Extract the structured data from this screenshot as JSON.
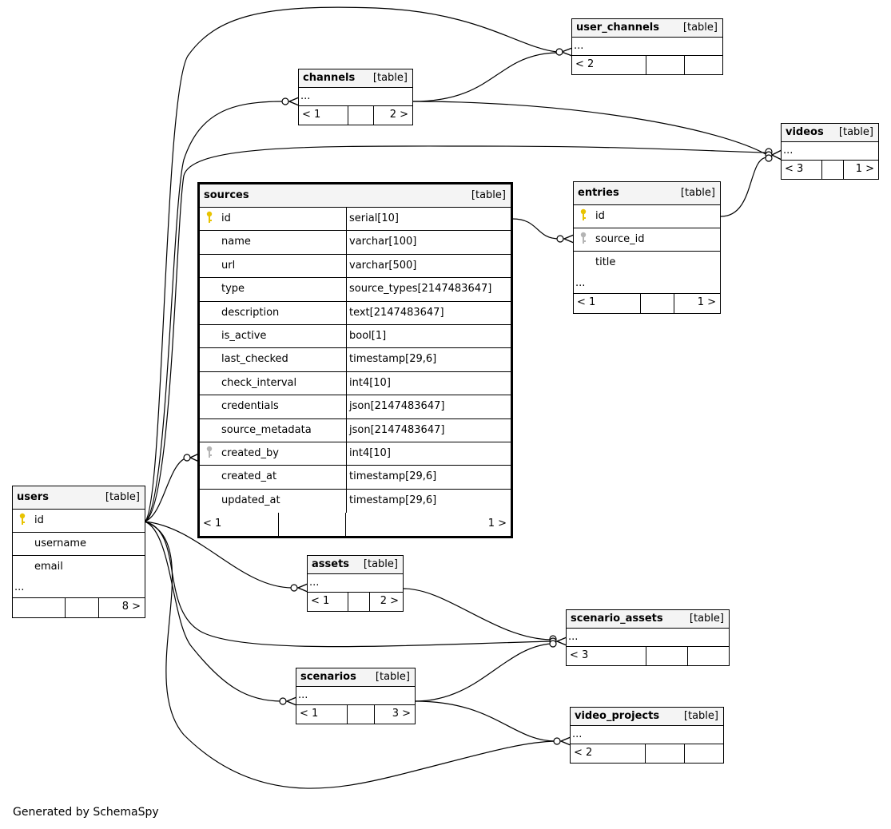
{
  "caption": "Generated by SchemaSpy",
  "tables": {
    "user_channels": {
      "name": "user_channels",
      "type": "[table]",
      "cols": "...",
      "foot": [
        "< 2",
        "",
        ""
      ]
    },
    "channels": {
      "name": "channels",
      "type": "[table]",
      "cols": "...",
      "foot": [
        "< 1",
        "",
        "2 >"
      ]
    },
    "videos": {
      "name": "videos",
      "type": "[table]",
      "cols": "...",
      "foot": [
        "< 3",
        "",
        "1 >"
      ]
    },
    "assets": {
      "name": "assets",
      "type": "[table]",
      "cols": "...",
      "foot": [
        "< 1",
        "",
        "2 >"
      ]
    },
    "scenario_assets": {
      "name": "scenario_assets",
      "type": "[table]",
      "cols": "...",
      "foot": [
        "< 3",
        "",
        ""
      ]
    },
    "scenarios": {
      "name": "scenarios",
      "type": "[table]",
      "cols": "...",
      "foot": [
        "< 1",
        "",
        "3 >"
      ]
    },
    "video_projects": {
      "name": "video_projects",
      "type": "[table]",
      "cols": "...",
      "foot": [
        "< 2",
        "",
        ""
      ]
    },
    "users": {
      "name": "users",
      "type": "[table]",
      "columns": [
        {
          "name": "id",
          "key": "primary"
        },
        {
          "name": "username",
          "key": ""
        },
        {
          "name": "email",
          "key": ""
        }
      ],
      "cols": "...",
      "foot": [
        "",
        "",
        "8 >"
      ]
    },
    "entries": {
      "name": "entries",
      "type": "[table]",
      "columns": [
        {
          "name": "id",
          "key": "primary"
        },
        {
          "name": "source_id",
          "key": "foreign"
        },
        {
          "name": "title",
          "key": ""
        }
      ],
      "cols": "...",
      "foot": [
        "< 1",
        "",
        "1 >"
      ]
    },
    "sources": {
      "name": "sources",
      "type": "[table]",
      "columns": [
        {
          "name": "id",
          "type": "serial[10]",
          "key": "primary"
        },
        {
          "name": "name",
          "type": "varchar[100]",
          "key": ""
        },
        {
          "name": "url",
          "type": "varchar[500]",
          "key": ""
        },
        {
          "name": "type",
          "type": "source_types[2147483647]",
          "key": ""
        },
        {
          "name": "description",
          "type": "text[2147483647]",
          "key": ""
        },
        {
          "name": "is_active",
          "type": "bool[1]",
          "key": ""
        },
        {
          "name": "last_checked",
          "type": "timestamp[29,6]",
          "key": ""
        },
        {
          "name": "check_interval",
          "type": "int4[10]",
          "key": ""
        },
        {
          "name": "credentials",
          "type": "json[2147483647]",
          "key": ""
        },
        {
          "name": "source_metadata",
          "type": "json[2147483647]",
          "key": ""
        },
        {
          "name": "created_by",
          "type": "int4[10]",
          "key": "foreign"
        },
        {
          "name": "created_at",
          "type": "timestamp[29,6]",
          "key": ""
        },
        {
          "name": "updated_at",
          "type": "timestamp[29,6]",
          "key": ""
        }
      ],
      "foot": [
        "< 1",
        "",
        "1 >"
      ]
    }
  },
  "colors": {
    "primary_key": "#e8c300",
    "foreign_key": "#b4b4b4",
    "header_bg": "#f4f4f4",
    "line": "#000000"
  }
}
